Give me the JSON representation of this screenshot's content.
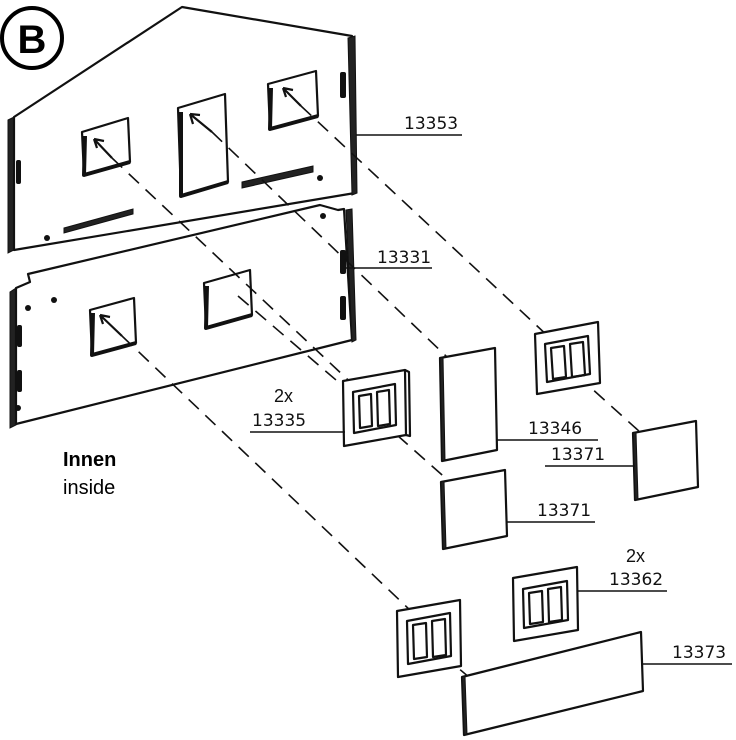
{
  "step": {
    "letter": "B"
  },
  "legend": {
    "german": "Innen",
    "english": "inside"
  },
  "parts": [
    {
      "id": "p13353",
      "number": "13353"
    },
    {
      "id": "p13331",
      "number": "13331"
    },
    {
      "id": "p13335",
      "number": "13335",
      "qty": "2x"
    },
    {
      "id": "p13346",
      "number": "13346"
    },
    {
      "id": "p13371a",
      "number": "13371"
    },
    {
      "id": "p13371b",
      "number": "13371"
    },
    {
      "id": "p13362",
      "number": "13362",
      "qty": "2x"
    },
    {
      "id": "p13373",
      "number": "13373"
    }
  ],
  "colors": {
    "line": "#111111",
    "background": "#ffffff"
  }
}
